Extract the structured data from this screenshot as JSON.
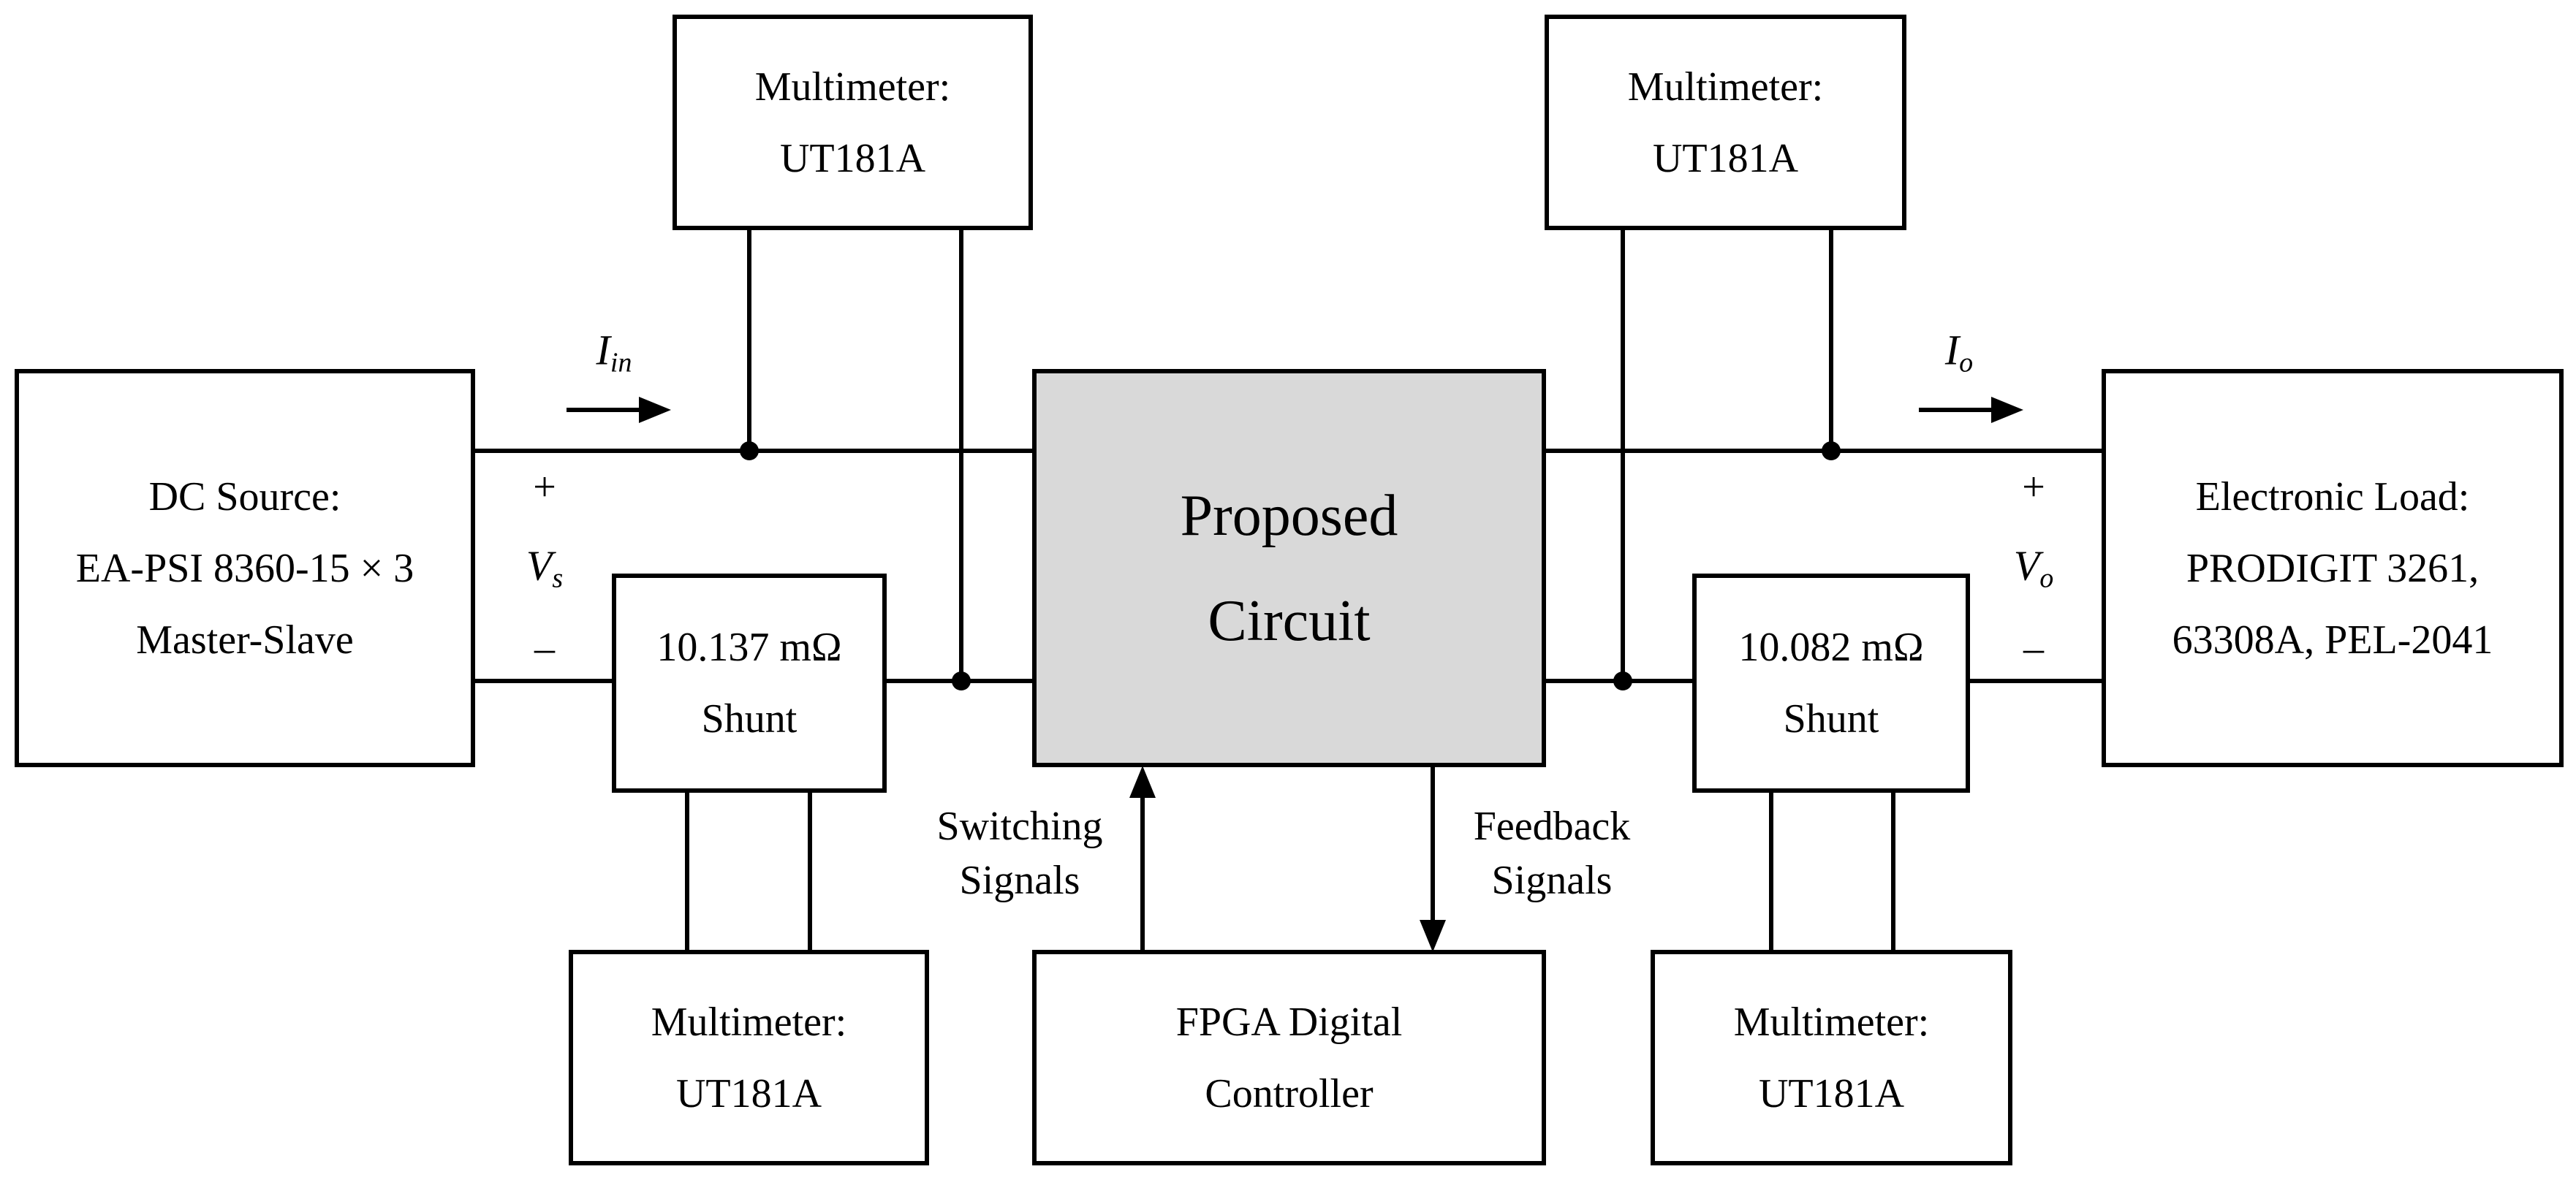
{
  "blocks": {
    "dc_source": {
      "line1": "DC Source:",
      "line2": "EA-PSI 8360-15 × 3",
      "line3": "Master-Slave"
    },
    "proposed_circuit": {
      "line1": "Proposed",
      "line2": "Circuit"
    },
    "electronic_load": {
      "line1": "Electronic Load:",
      "line2": "PRODIGIT 3261,",
      "line3": "63308A, PEL-2041"
    },
    "fpga_controller": {
      "line1": "FPGA Digital",
      "line2": "Controller"
    },
    "input_shunt": {
      "line1": "10.137 mΩ",
      "line2": "Shunt"
    },
    "output_shunt": {
      "line1": "10.082 mΩ",
      "line2": "Shunt"
    },
    "multimeter_input_voltage": {
      "line1": "Multimeter:",
      "line2": "UT181A"
    },
    "multimeter_input_current": {
      "line1": "Multimeter:",
      "line2": "UT181A"
    },
    "multimeter_output_voltage": {
      "line1": "Multimeter:",
      "line2": "UT181A"
    },
    "multimeter_output_current": {
      "line1": "Multimeter:",
      "line2": "UT181A"
    }
  },
  "labels": {
    "switching_signals": {
      "line1": "Switching",
      "line2": "Signals"
    },
    "feedback_signals": {
      "line1": "Feedback",
      "line2": "Signals"
    },
    "input_current": {
      "main": "I",
      "sub": "in"
    },
    "output_current": {
      "main": "I",
      "sub": "o"
    },
    "source_voltage": {
      "main": "V",
      "sub": "s"
    },
    "output_voltage": {
      "main": "V",
      "sub": "o"
    },
    "plus": "+",
    "minus": "–"
  }
}
